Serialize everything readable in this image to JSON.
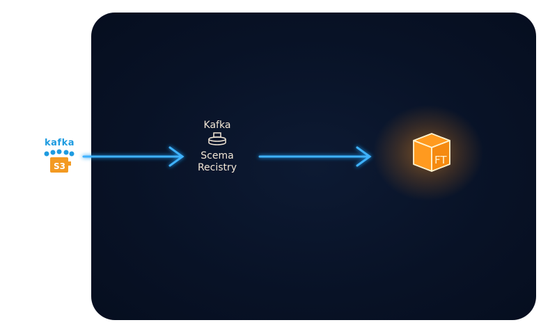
{
  "source": {
    "label": "kafka",
    "badge": "S3",
    "icon": "kafka-s3-logo"
  },
  "registry": {
    "line1": "Kafka",
    "line2": "Scema",
    "line3": "Recistry",
    "icon": "database-stack-icon"
  },
  "target": {
    "label": "FT",
    "icon": "box-icon"
  },
  "colors": {
    "panel": "#081226",
    "arrow": "#1f9bf0",
    "accent": "#ff9a1f",
    "kafka_blue": "#1e9be0",
    "s3_orange": "#f39a22"
  }
}
